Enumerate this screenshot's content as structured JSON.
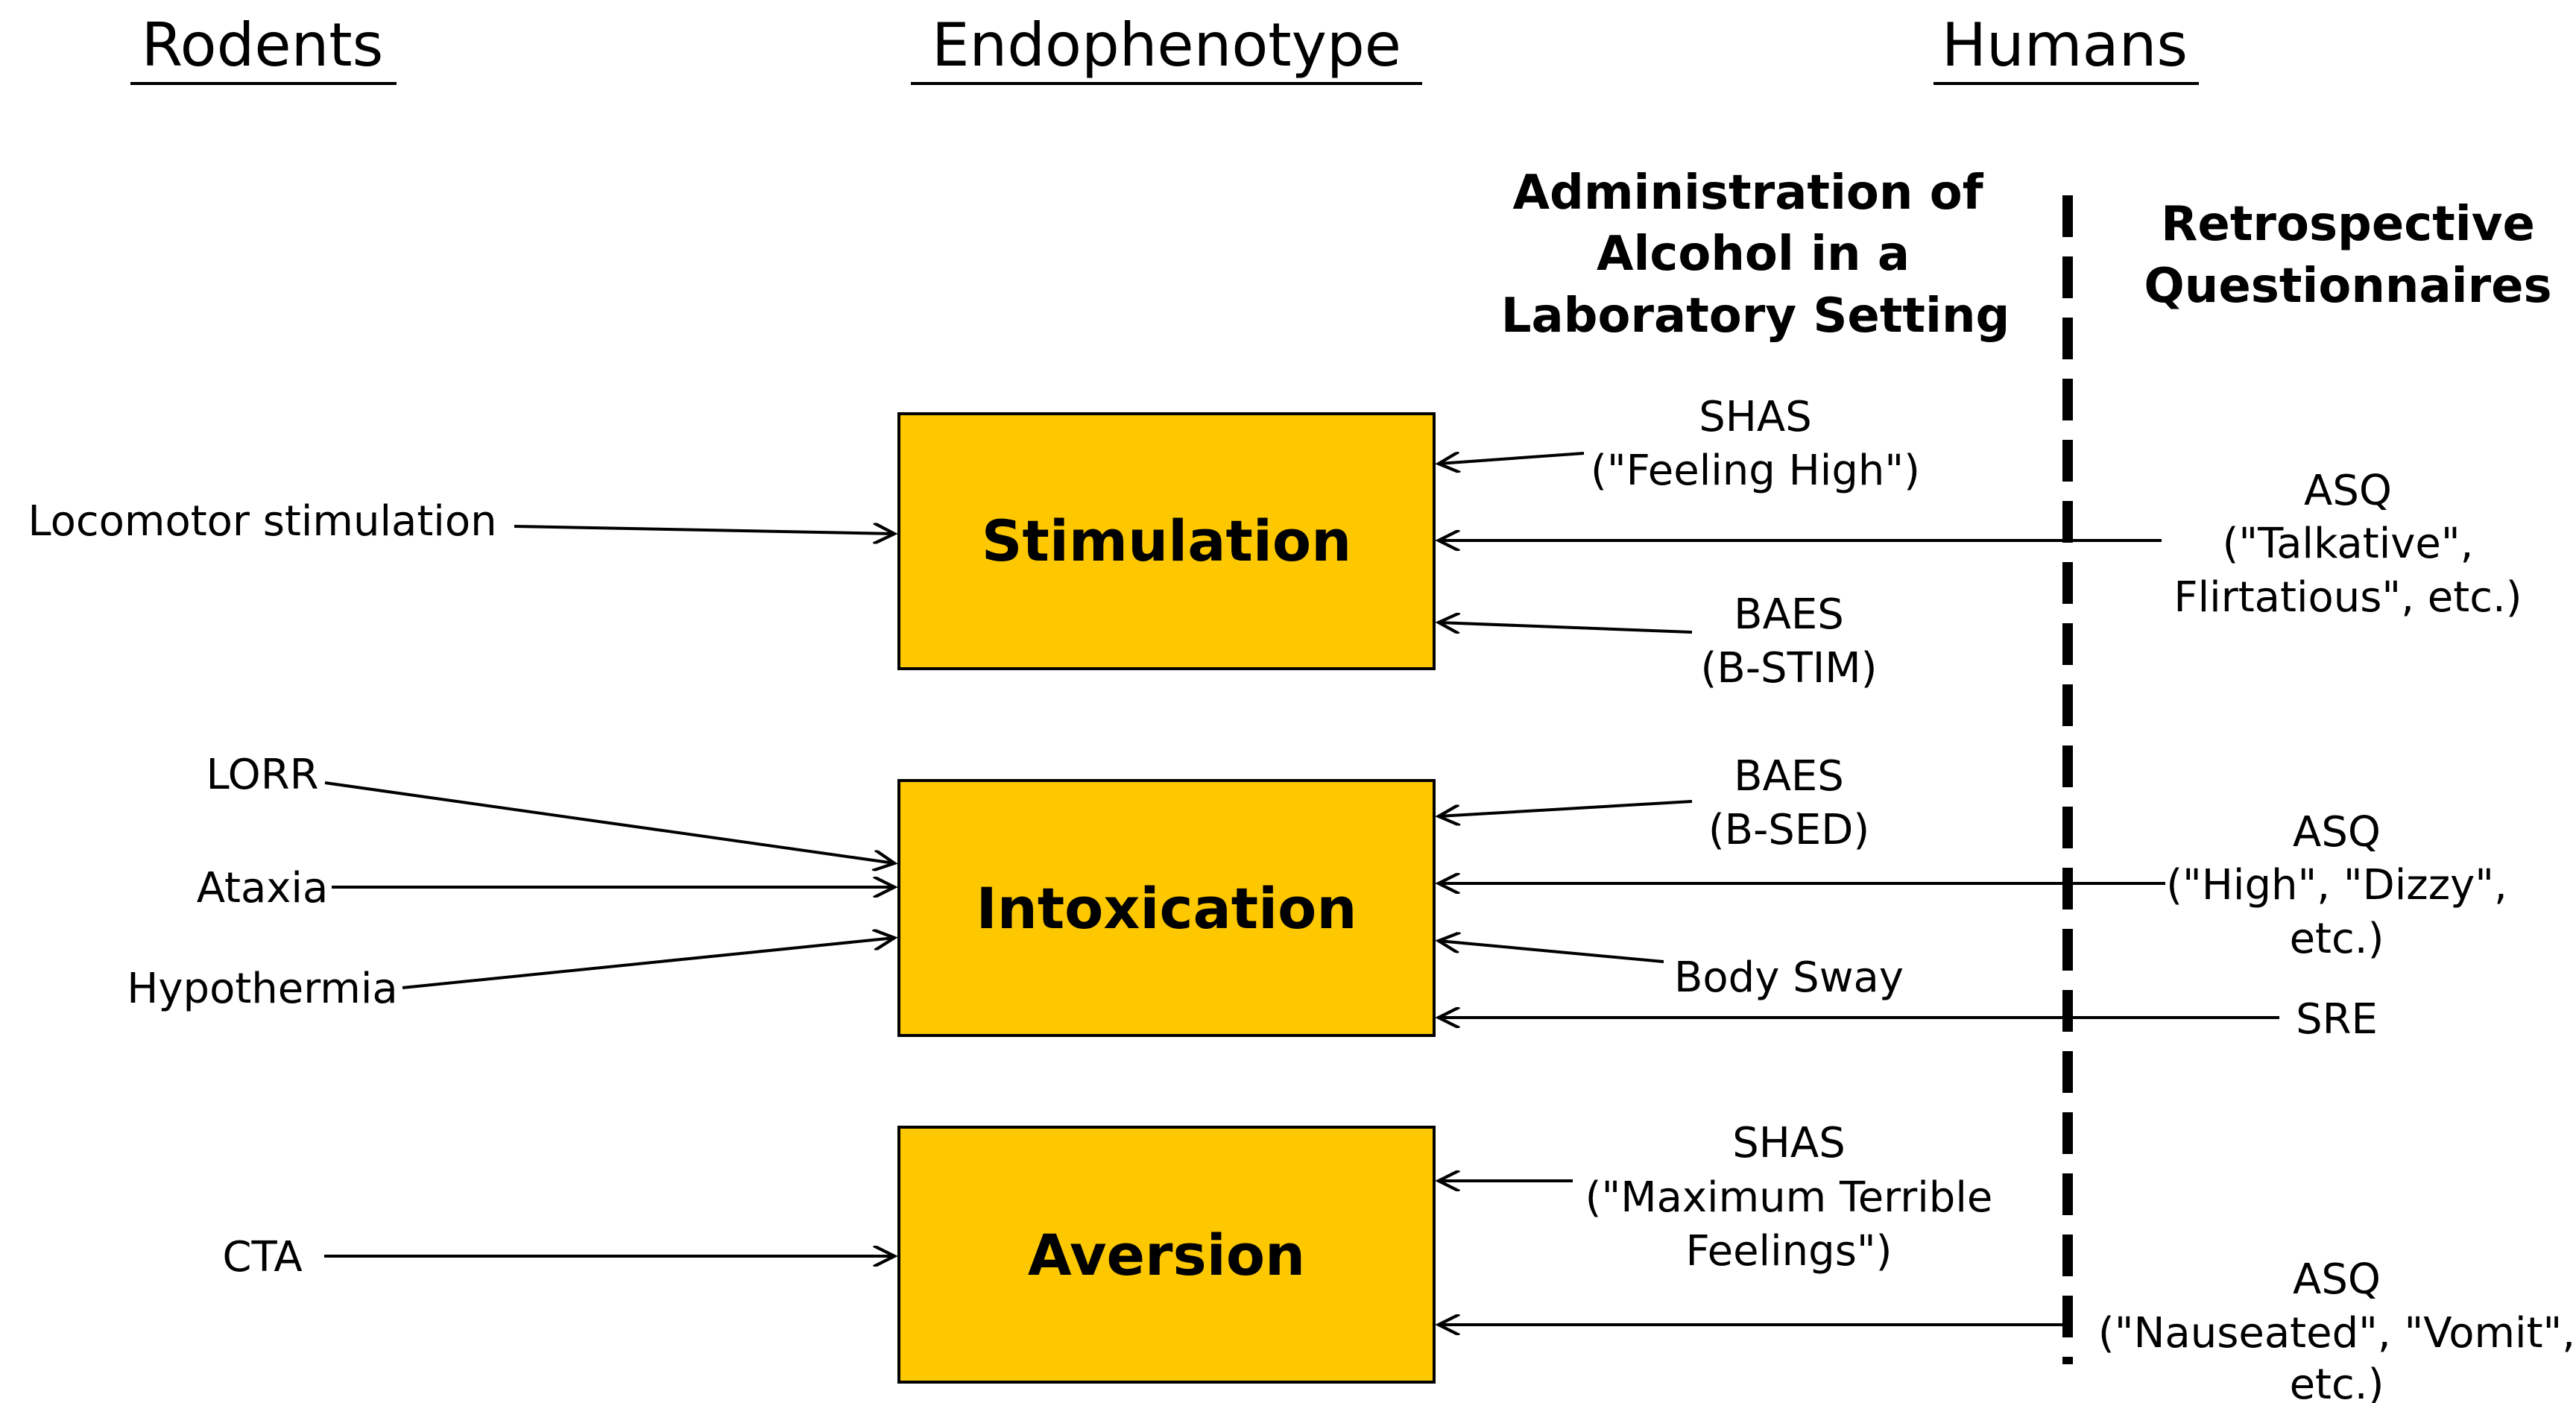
{
  "headers": {
    "rodents": "Rodents",
    "endophenotype": "Endophenotype",
    "humans": "Humans"
  },
  "subheaders": {
    "lab": [
      "Administration of",
      "Alcohol in a",
      "Laboratory Setting"
    ],
    "retro": [
      "Retrospective",
      "Questionnaires"
    ]
  },
  "boxes": {
    "stimulation": "Stimulation",
    "intoxication": "Intoxication",
    "aversion": "Aversion"
  },
  "rodent_measures": {
    "locomotor": "Locomotor stimulation",
    "lorr": "LORR",
    "ataxia": "Ataxia",
    "hypothermia": "Hypothermia",
    "cta": "CTA"
  },
  "lab_measures": {
    "shas_high": [
      "SHAS",
      "(\"Feeling High\")"
    ],
    "baes_stim": [
      "BAES",
      "(B-STIM)"
    ],
    "baes_sed": [
      "BAES",
      "(B-SED)"
    ],
    "body_sway": "Body Sway",
    "shas_terrible": [
      "SHAS",
      "(\"Maximum Terrible",
      "Feelings\")"
    ]
  },
  "retro_measures": {
    "asq_stim": [
      "ASQ",
      "(\"Talkative\",",
      "Flirtatious\", etc.)"
    ],
    "asq_intox": [
      "ASQ",
      "(\"High\", \"Dizzy\",",
      "etc.)"
    ],
    "sre": "SRE",
    "asq_aversion": [
      "ASQ",
      "(\"Nauseated\", \"Vomit\",",
      "etc.)"
    ]
  },
  "colors": {
    "box_fill": "#FDC800",
    "line": "#000000"
  }
}
